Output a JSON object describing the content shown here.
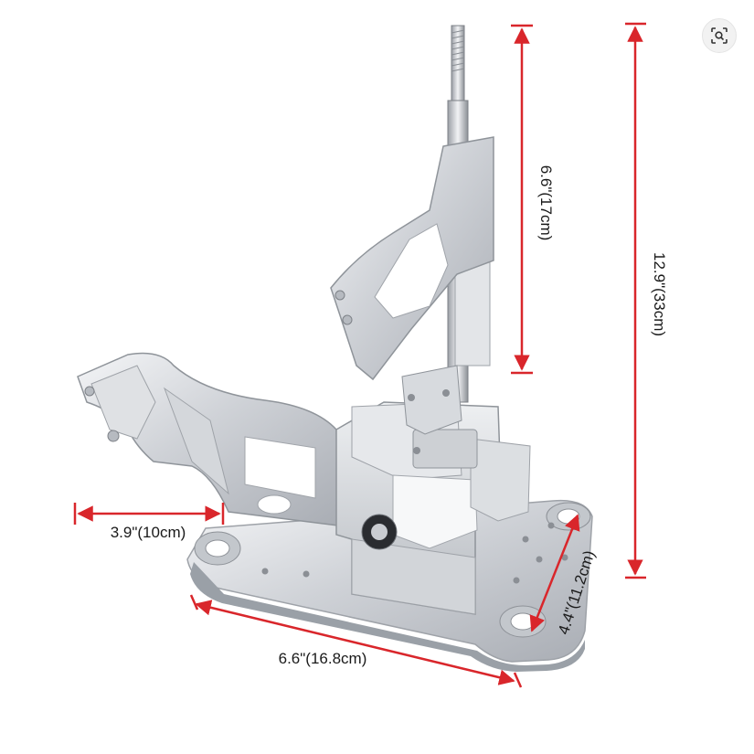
{
  "image": {
    "subject": "aluminum short shifter assembly",
    "accent_color": "#d9262b",
    "metal_color": "#c9ccd1"
  },
  "dimensions": {
    "base_length": "6.6\"(16.8cm)",
    "base_width": "4.4\"(11.2cm)",
    "side_offset": "3.9\"(10cm)",
    "lever_length": "6.6\"(17cm)",
    "total_height": "12.9\"(33cm)"
  },
  "toolbar": {
    "lens_icon": "visual-search-icon"
  }
}
